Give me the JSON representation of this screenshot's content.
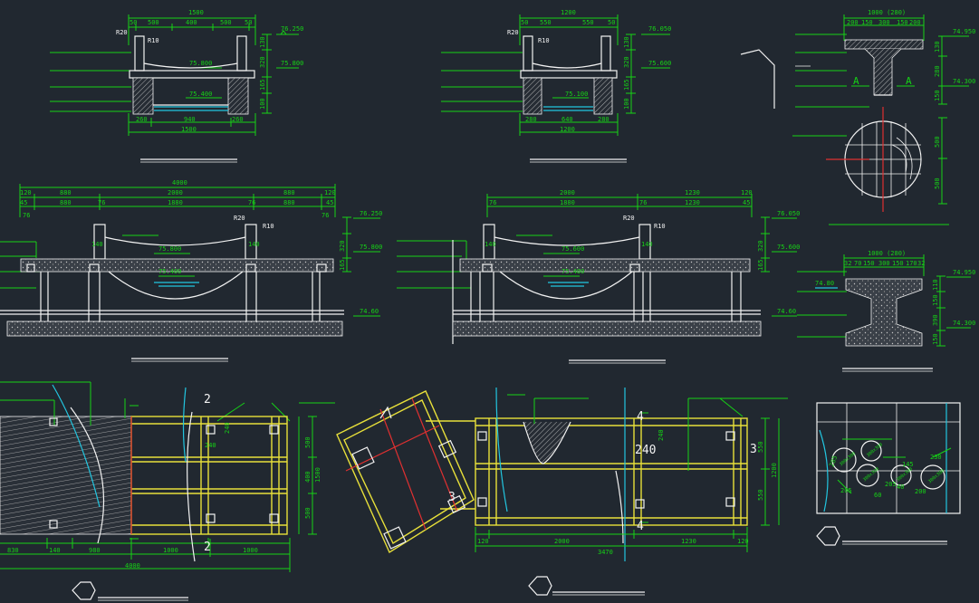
{
  "colors": {
    "background": "#212830",
    "outline": "#f2f2f2",
    "dimension": "#16d216",
    "beam": "#e8e03a",
    "water": "#22c6e0",
    "cut": "#e03030"
  },
  "section_small_a": {
    "dims_top": [
      "1500",
      "50",
      "500",
      "400",
      "500",
      "50"
    ],
    "dims_bottom": [
      "260",
      "940",
      "260",
      "1500"
    ],
    "labels": [
      "R20",
      "R10"
    ],
    "levels": [
      "76.250",
      "75.800",
      "75.800",
      "75.400"
    ],
    "vdims": [
      "130",
      "320",
      "165",
      "100"
    ]
  },
  "section_small_b": {
    "dims_top": [
      "1200",
      "50",
      "550",
      "550",
      "50"
    ],
    "dims_bottom": [
      "280",
      "640",
      "280",
      "1200"
    ],
    "labels": [
      "R20",
      "R10"
    ],
    "levels": [
      "76.050",
      "75.600",
      "75.100"
    ],
    "vdims": [
      "130",
      "320",
      "165",
      "100"
    ]
  },
  "pier_detail": {
    "top_dim": "1000 (280)",
    "top_dims": [
      "200",
      "150",
      "300",
      "150",
      "200"
    ],
    "levels": [
      "74.950",
      "74.300"
    ],
    "vdims": [
      "130",
      "280",
      "150"
    ],
    "section_mark": [
      "A",
      "A"
    ],
    "plan_dims": [
      "500",
      "500"
    ]
  },
  "elevation_left": {
    "dims": [
      "4000",
      "120",
      "880",
      "2000",
      "880",
      "120",
      "45",
      "880",
      "76",
      "1880",
      "76",
      "880",
      "45",
      "76",
      "76"
    ],
    "labels": [
      "R20",
      "R10"
    ],
    "levels": [
      "76.250",
      "75.800",
      "75.800",
      "75.400",
      "74.60"
    ],
    "vdims": [
      "140",
      "140",
      "320",
      "165"
    ]
  },
  "elevation_mid": {
    "dims": [
      "2000",
      "1230",
      "120",
      "76",
      "1880",
      "76",
      "1230",
      "45"
    ],
    "labels": [
      "R20",
      "R10"
    ],
    "levels": [
      "76.050",
      "75.600",
      "75.600",
      "75.400",
      "74.60"
    ],
    "vdims": [
      "140",
      "140",
      "320",
      "165"
    ]
  },
  "pier_section": {
    "top_dim": "1000 (280)",
    "top_dims": [
      "32",
      "70",
      "150",
      "300",
      "150",
      "170",
      "32"
    ],
    "levels": [
      "74.80",
      "74.950",
      "74.300"
    ],
    "vdims": [
      "110",
      "150",
      "390",
      "150"
    ]
  },
  "plan_left": {
    "dims_bottom": [
      "830",
      "140",
      "980",
      "1000",
      "1000",
      "4000"
    ],
    "dims_right": [
      "500",
      "400",
      "500",
      "1500"
    ],
    "inner": [
      "240",
      "240"
    ],
    "cut_marks": [
      "2",
      "2"
    ]
  },
  "plan_mid": {
    "dims_bottom": [
      "120",
      "2000",
      "1230",
      "120",
      "3470"
    ],
    "dims_right": [
      "550",
      "550",
      "1200"
    ],
    "inner": [
      "240",
      "240"
    ],
    "cut_marks": [
      "4",
      "4",
      "3",
      "3"
    ]
  },
  "stone_detail": {
    "dims": [
      "285",
      "205",
      "145",
      "230",
      "205",
      "200",
      "60",
      "40"
    ],
    "texts": [
      "300x300",
      "300x300",
      "300x300",
      "300x300",
      "300x300"
    ]
  },
  "title_bars": [
    "",
    "",
    "",
    "",
    "",
    "",
    "",
    ""
  ]
}
